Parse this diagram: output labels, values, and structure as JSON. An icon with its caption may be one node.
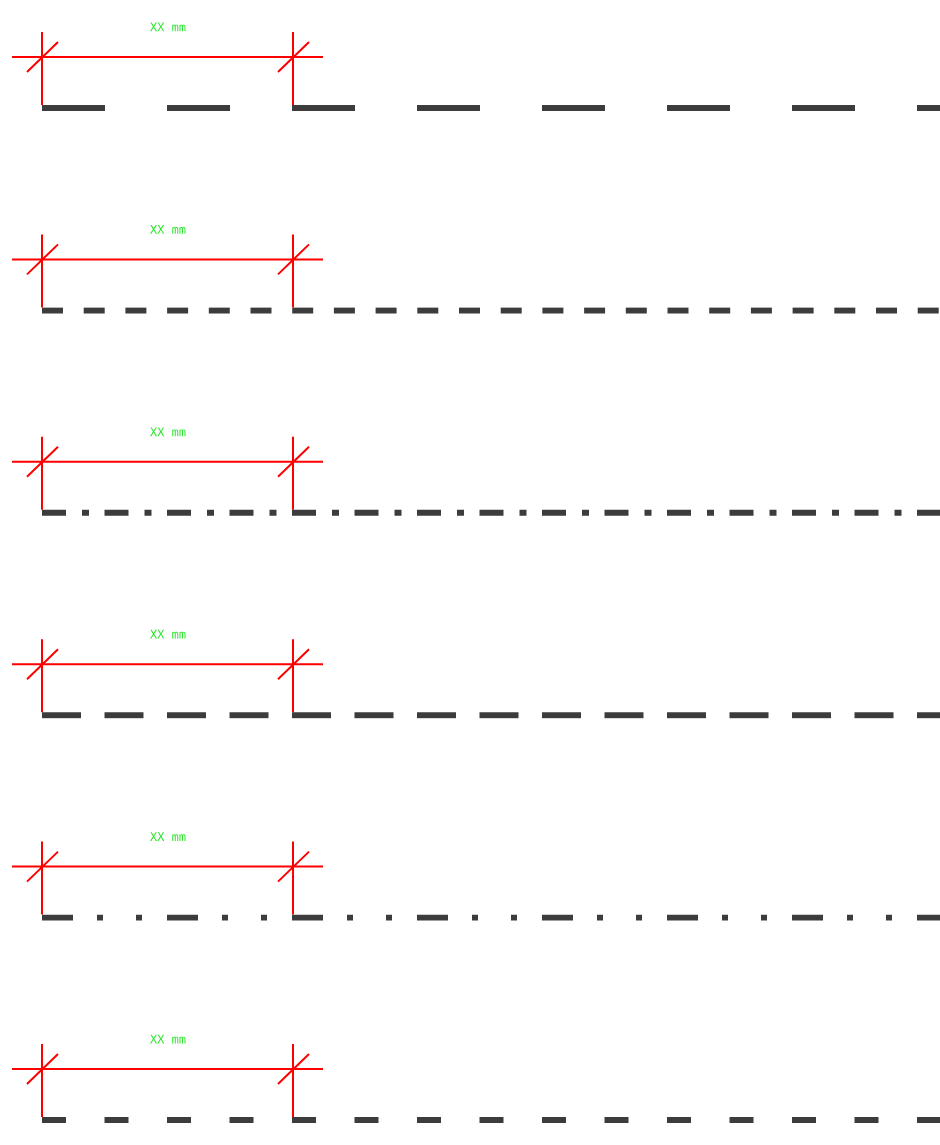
{
  "diagram": {
    "labels": [
      "XX mm",
      "XX mm",
      "XX mm",
      "XX mm",
      "XX mm",
      "XX mm"
    ]
  }
}
